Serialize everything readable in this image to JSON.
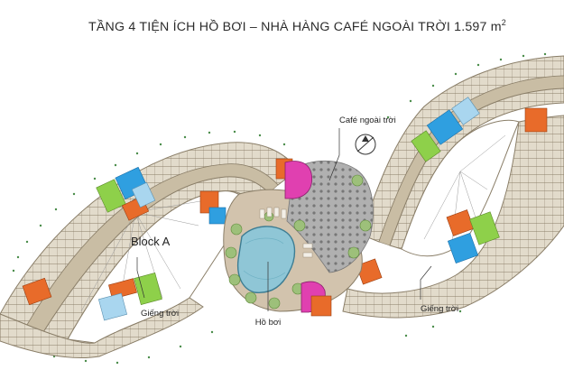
{
  "title": {
    "text": "TẦNG 4 TIỆN ÍCH HỒ BƠI – NHÀ HÀNG CAFÉ NGOÀI TRỜI 1.597 m",
    "superscript": "2"
  },
  "labels": {
    "cafe": "Café ngoài trời",
    "pool": "Hồ bơi",
    "block": "Block A",
    "well_left": "Giếng trời",
    "well_right": "Giếng trời"
  },
  "colors": {
    "corridor": "#c9bda4",
    "unit_fill": "#e2dbcb",
    "unit_line": "#8a7e68",
    "deck": "#d2c3ad",
    "pool_water": "#8fc6d6",
    "cafe_floor": "#a9a9a9",
    "green": "#8ed04a",
    "blue": "#2f9fe0",
    "light_blue": "#a9d6ef",
    "orange": "#e86b2a",
    "magenta": "#e040b0",
    "tree": "#9dc07a"
  },
  "icons": {
    "north_arrow": "compass-north-icon"
  }
}
